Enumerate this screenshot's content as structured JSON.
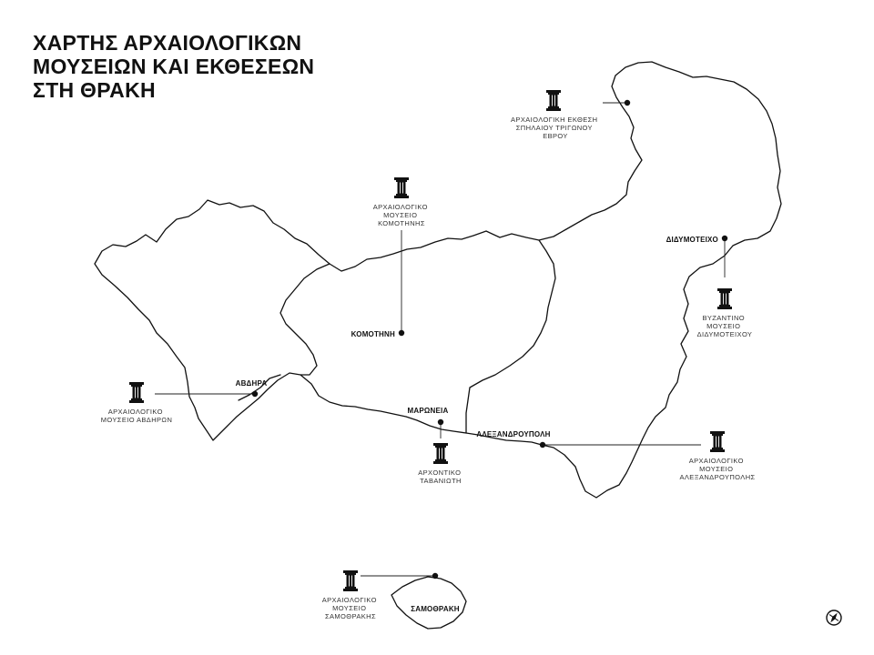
{
  "title": [
    "ΧΑΡΤΗΣ ΑΡΧΑΙΟΛΟΓΙΚΩΝ",
    "ΜΟΥΣΕΙΩΝ ΚΑΙ ΕΚΘΕΣΕΩΝ",
    "ΣΤΗ ΘΡΑΚΗ"
  ],
  "cities": {
    "komotini": "ΚΟΜΟΤΗΝΗ",
    "abdera": "ΑΒΔΗΡΑ",
    "maroneia": "ΜΑΡΩΝΕΙΑ",
    "alexandroupoli": "ΑΛΕΞΑΝΔΡΟΥΠΟΛΗ",
    "didymoteicho": "ΔΙΔΥΜΟΤΕΙΧΟ",
    "samothraki": "ΣΑΜΟΘΡΑΚΗ"
  },
  "museums": {
    "trigono": [
      "ΑΡΧΑΙΟΛΟΓΙΚΗ ΕΚΘΕΣΗ",
      "ΣΠΗΛΑΙΟΥ ΤΡΙΓΩΝΟΥ",
      "ΕΒΡΟΥ"
    ],
    "komotini": [
      "ΑΡΧΑΙΟΛΟΓΙΚΟ",
      "ΜΟΥΣΕΙΟ",
      "ΚΟΜΟΤΗΝΗΣ"
    ],
    "didymoteicho": [
      "ΒΥΖΑΝΤΙΝΟ",
      "ΜΟΥΣΕΙΟ",
      "ΔΙΔΥΜΟΤΕΙΧΟΥ"
    ],
    "abdera": [
      "ΑΡΧΑΙΟΛΟΓΙΚΟ",
      "ΜΟΥΣΕΙΟ ΑΒΔΗΡΩΝ"
    ],
    "maroneia": [
      "ΑΡΧΟΝΤΙΚΟ",
      "ΤΑΒΑΝΙΩΤΗ"
    ],
    "alexandroupoli": [
      "ΑΡΧΑΙΟΛΟΓΙΚΟ",
      "ΜΟΥΣΕΙΟ",
      "ΑΛΕΞΑΝΔΡΟΥΠΟΛΗΣ"
    ],
    "samothraki": [
      "ΑΡΧΑΙΟΛΟΓΙΚΟ",
      "ΜΟΥΣΕΙΟ",
      "ΣΑΜΟΘΡΑΚΗΣ"
    ]
  },
  "icons": {
    "museum": "column-pillar-icon",
    "compass": "compass-icon"
  },
  "colors": {
    "ink": "#111111",
    "background": "#ffffff"
  }
}
